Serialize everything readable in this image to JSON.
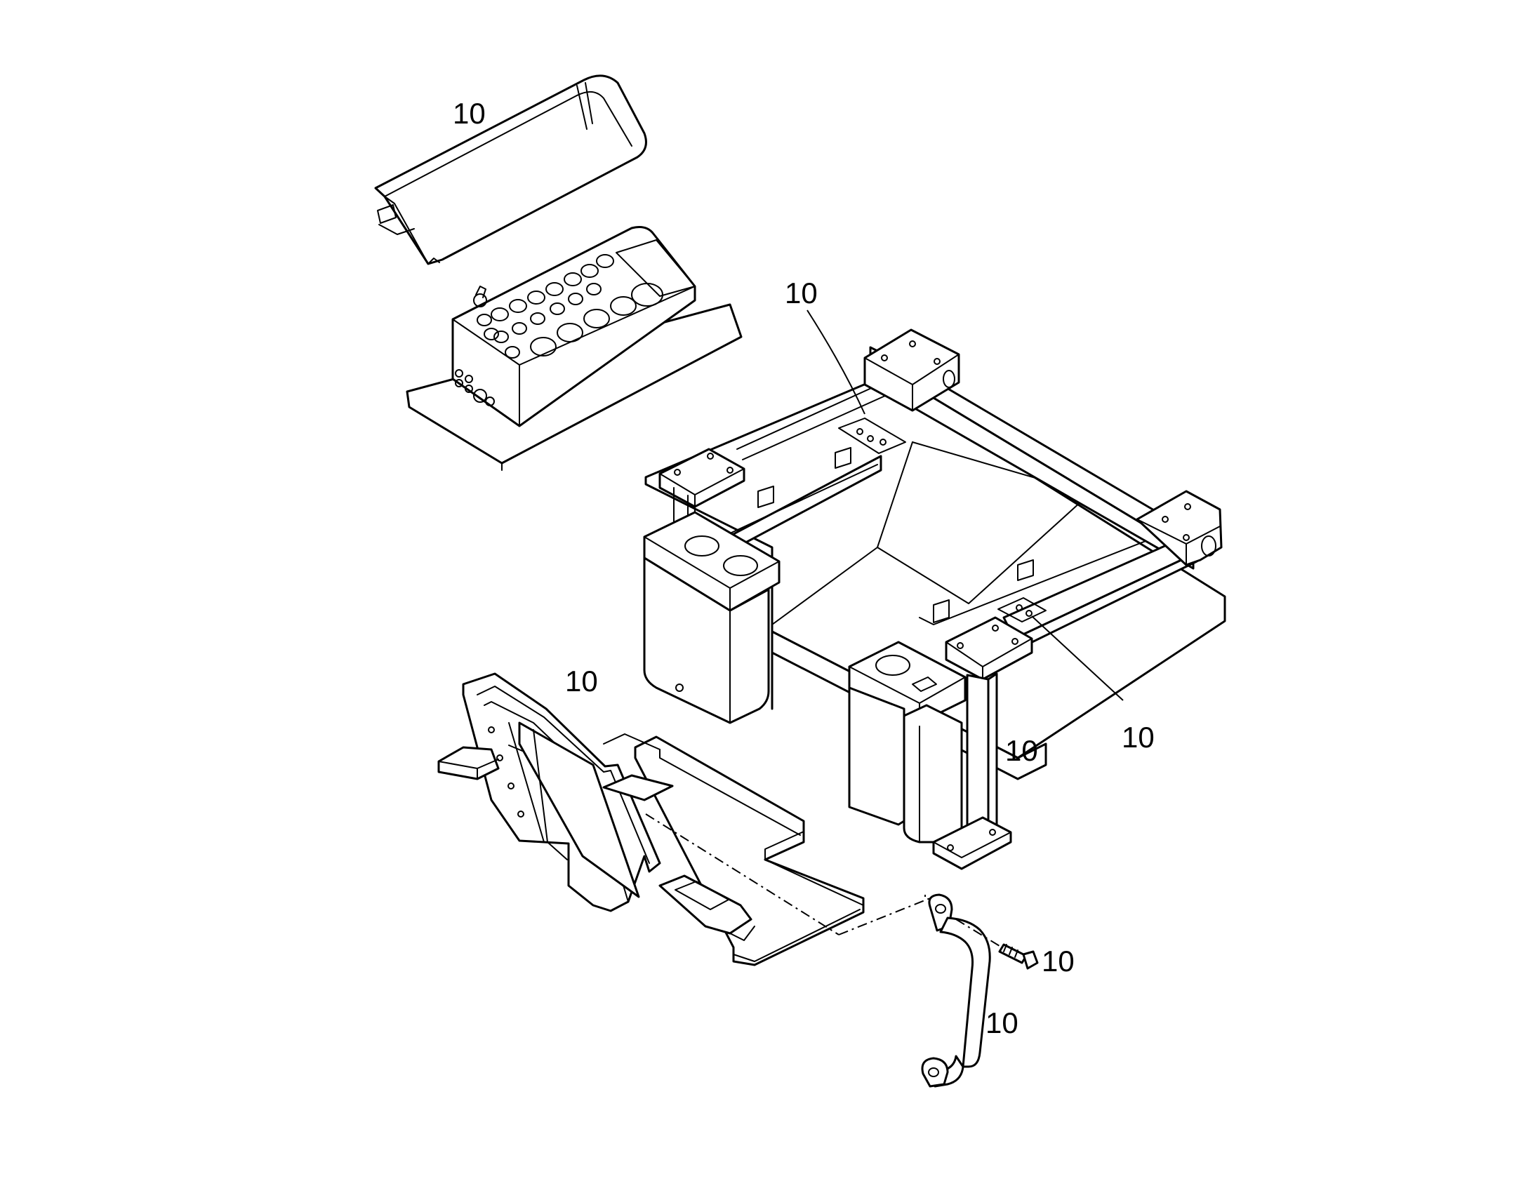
{
  "callouts": {
    "console_cover": "10",
    "floor_plate": "10",
    "footrest": "10",
    "cab_mount_right": "10",
    "rear_support": "10",
    "bolt": "10",
    "grab_handle": "10"
  },
  "colors": {
    "line": "#000000",
    "background": "#ffffff"
  }
}
